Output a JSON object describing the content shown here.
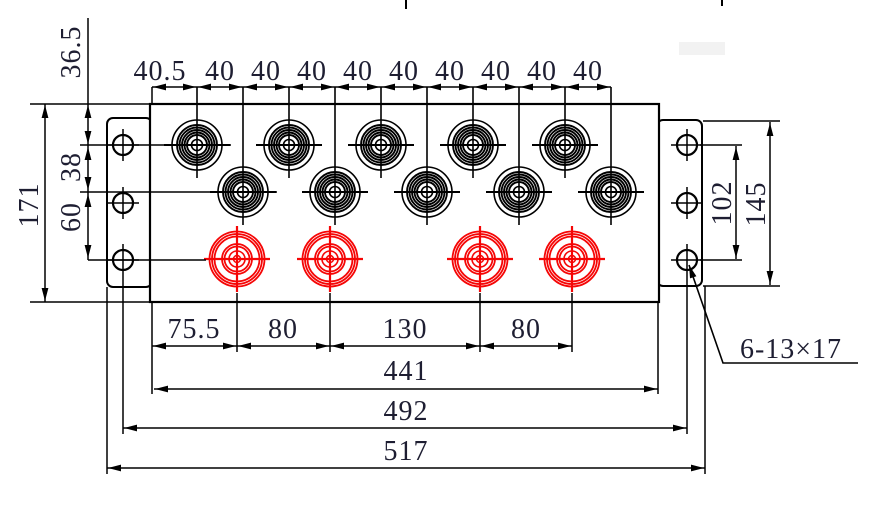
{
  "drawing": {
    "type": "engineering dimension drawing - manifold plate front view",
    "dims": {
      "top_chain": [
        "40.5",
        "40",
        "40",
        "40",
        "40",
        "40",
        "40",
        "40",
        "40",
        "40"
      ],
      "left_overall": "171",
      "left_chain": [
        "36.5",
        "38",
        "60"
      ],
      "right_chain": [
        "102",
        "145"
      ],
      "bottom_chain": [
        "75.5",
        "80",
        "130",
        "80"
      ],
      "bottom_overall": [
        "441",
        "492",
        "517"
      ]
    },
    "callout": "6-13×17",
    "ports": {
      "top_row_black_count": 5,
      "middle_row_black_count": 5,
      "bottom_row_red_count": 4,
      "flange_mounting_holes_per_side": 3
    },
    "colors": {
      "line": "#000000",
      "dim_text": "#1e1e32",
      "red_port": "#f50606",
      "smudge": "#f2f2f2"
    }
  }
}
